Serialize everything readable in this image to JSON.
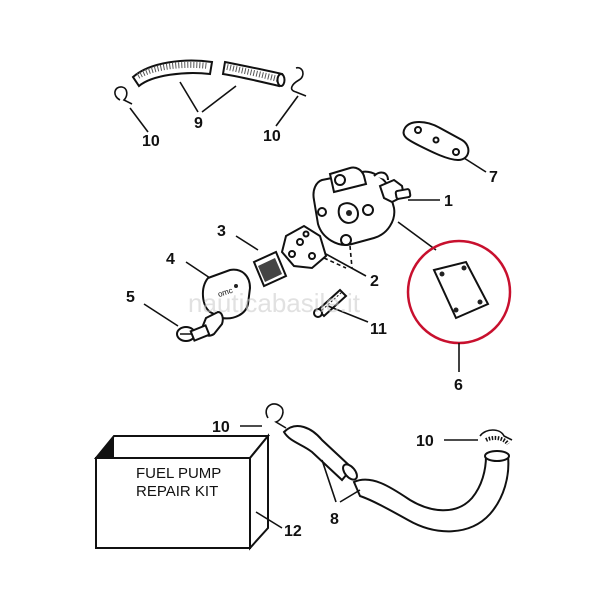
{
  "callouts": {
    "c1": "1",
    "c2": "2",
    "c3": "3",
    "c4": "4",
    "c5": "5",
    "c6": "6",
    "c7": "7",
    "c8": "8",
    "c9": "9",
    "c10a": "10",
    "c10b": "10",
    "c10c": "10",
    "c10d": "10",
    "c11": "11",
    "c12": "12"
  },
  "kit_box": {
    "line1": "FUEL PUMP",
    "line2": "REPAIR KIT"
  },
  "watermark": "nauticabasile.it",
  "colors": {
    "highlight_ring": "#c8102e",
    "ink": "#111111"
  }
}
